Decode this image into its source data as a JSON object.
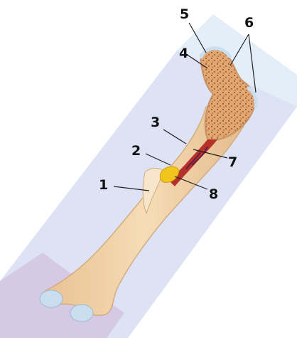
{
  "diagram": {
    "labels": [
      {
        "id": "1",
        "text": "1"
      },
      {
        "id": "2",
        "text": "2"
      },
      {
        "id": "3",
        "text": "3"
      },
      {
        "id": "4",
        "text": "4"
      },
      {
        "id": "5",
        "text": "5"
      },
      {
        "id": "6",
        "text": "6"
      },
      {
        "id": "7",
        "text": "7"
      },
      {
        "id": "8",
        "text": "8"
      }
    ],
    "colors": {
      "background_band": "#dde2f4",
      "background_band_tip": "#d6c9e6",
      "bone": "#efcfa4",
      "bone_outline": "#d2ad80",
      "spongy_bone": "#d08a52",
      "cartilage": "#c9deef",
      "marrow_cavity": "#b4322a",
      "yellow_marrow": "#f2c41e",
      "leader_line": "#222222"
    }
  }
}
